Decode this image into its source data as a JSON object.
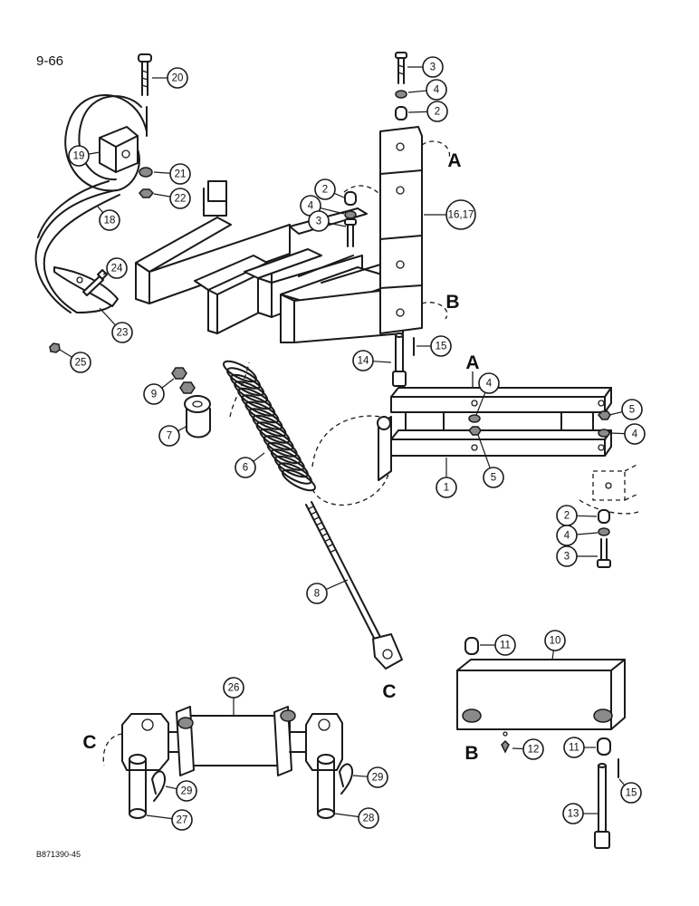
{
  "page": {
    "number": "9-66",
    "reference_code": "B871390-45"
  },
  "callouts": {
    "c1": "1",
    "c2a": "2",
    "c2b": "2",
    "c2c": "2",
    "c3a": "3",
    "c3b": "3",
    "c3c": "3",
    "c4a": "4",
    "c4b": "4",
    "c4c": "4",
    "c4d": "4",
    "c4e": "4",
    "c5a": "5",
    "c5b": "5",
    "c6": "6",
    "c7": "7",
    "c8": "8",
    "c9": "9",
    "c10": "10",
    "c11a": "11",
    "c11b": "11",
    "c12": "12",
    "c13": "13",
    "c14": "14",
    "c15a": "15",
    "c15b": "15",
    "c1617": "16,17",
    "c18": "18",
    "c19": "19",
    "c20": "20",
    "c21": "21",
    "c22": "22",
    "c23": "23",
    "c24": "24",
    "c25": "25",
    "c26": "26",
    "c27": "27",
    "c28": "28",
    "c29a": "29",
    "c29b": "29"
  },
  "connection_letters": {
    "a_upper": "A",
    "a_lower": "A",
    "b_upper": "B",
    "b_lower": "B",
    "c_middle": "C",
    "c_lower": "C"
  }
}
